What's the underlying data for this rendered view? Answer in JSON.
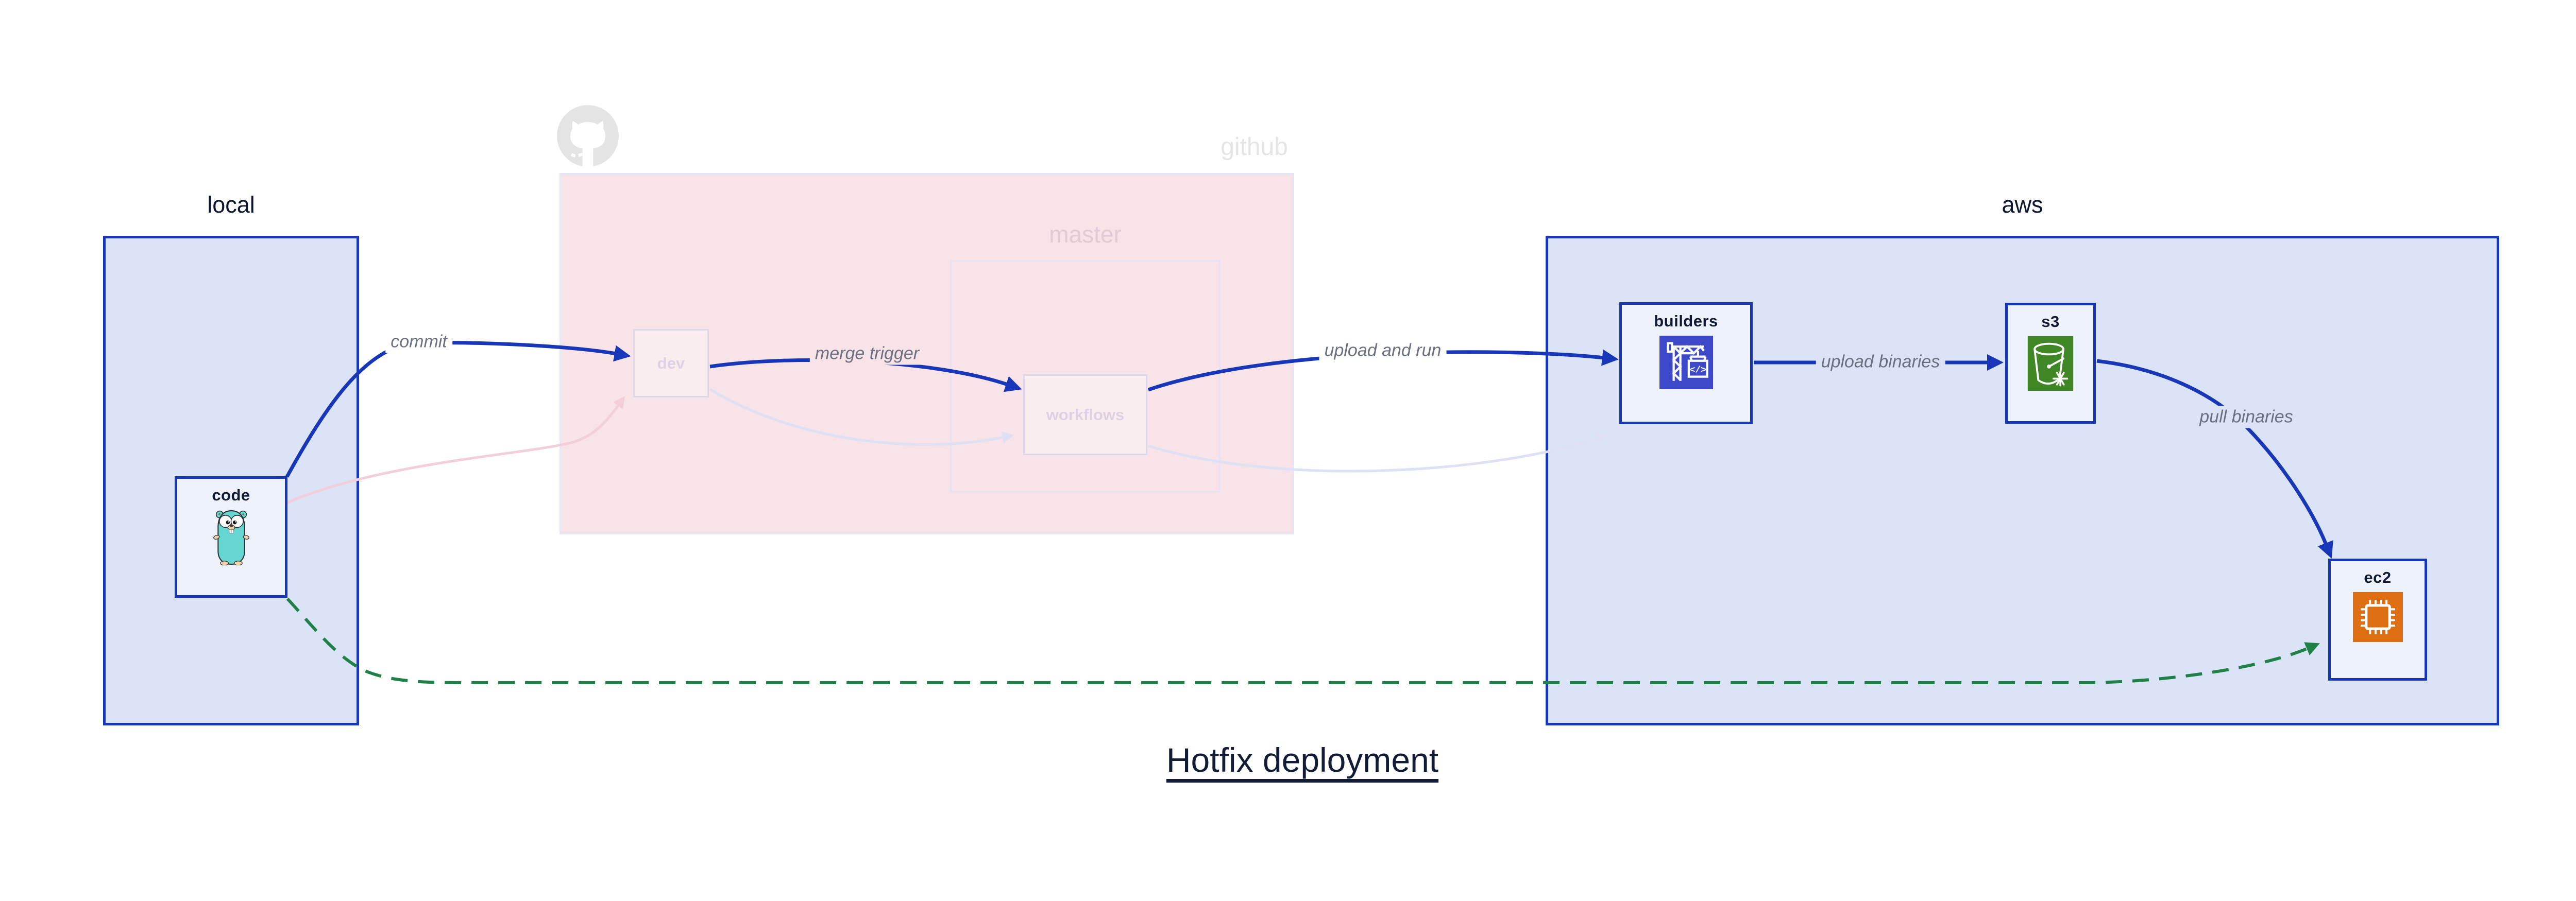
{
  "diagram_title": "Hotfix deployment",
  "groups": {
    "local": {
      "label": "local"
    },
    "github": {
      "label": "github",
      "master": "master"
    },
    "aws": {
      "label": "aws"
    }
  },
  "nodes": {
    "code": {
      "label": "code",
      "icon": "go-gopher-icon"
    },
    "dev": {
      "label": "dev"
    },
    "workflows": {
      "label": "workflows"
    },
    "builders": {
      "label": "builders",
      "icon": "build-crane-icon"
    },
    "s3": {
      "label": "s3",
      "icon": "s3-bucket-icon"
    },
    "ec2": {
      "label": "ec2",
      "icon": "ec2-chip-icon"
    }
  },
  "edges": {
    "commit": {
      "label": "commit"
    },
    "merge_trigger": {
      "label": "merge trigger"
    },
    "upload_and_run": {
      "label": "upload and run"
    },
    "upload_binaries": {
      "label": "upload binaries"
    },
    "pull_binaries": {
      "label": "pull binaries"
    }
  },
  "colors": {
    "active_blue": "#1837b8",
    "group_fill": "#dbe3f7",
    "node_fill": "#eef2fc",
    "github_fill": "#f8e3e8",
    "inactive_pink": "#f2cfda",
    "inactive_lavender": "#dde1f3",
    "hotfix_green": "#1f8048",
    "builders_icon_bg": "#3e49c9",
    "s3_icon_bg": "#3F8624",
    "ec2_icon_bg": "#dd6f12",
    "gopher_teal": "#65d7d2"
  }
}
